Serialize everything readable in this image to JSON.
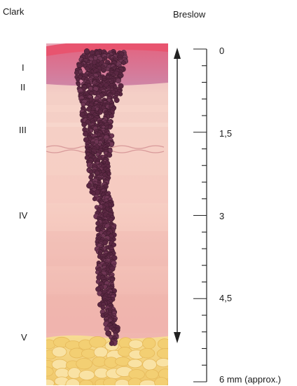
{
  "headers": {
    "clark": "Clark",
    "breslow": "Breslow"
  },
  "clark_levels": [
    {
      "label": "I"
    },
    {
      "label": "II"
    },
    {
      "label": "III"
    },
    {
      "label": "IV"
    },
    {
      "label": "V"
    }
  ],
  "breslow_scale": {
    "labels": [
      "0",
      "1,5",
      "3",
      "4,5",
      "6 mm (approx.)"
    ]
  },
  "colors": {
    "epidermis": "#d9708a",
    "papillary_dermis": "#c98aa6",
    "dermis": "#f2c0b7",
    "fat": "#f5d27a",
    "melanoma_cells": "#5a2742",
    "scale_line": "#222222"
  }
}
